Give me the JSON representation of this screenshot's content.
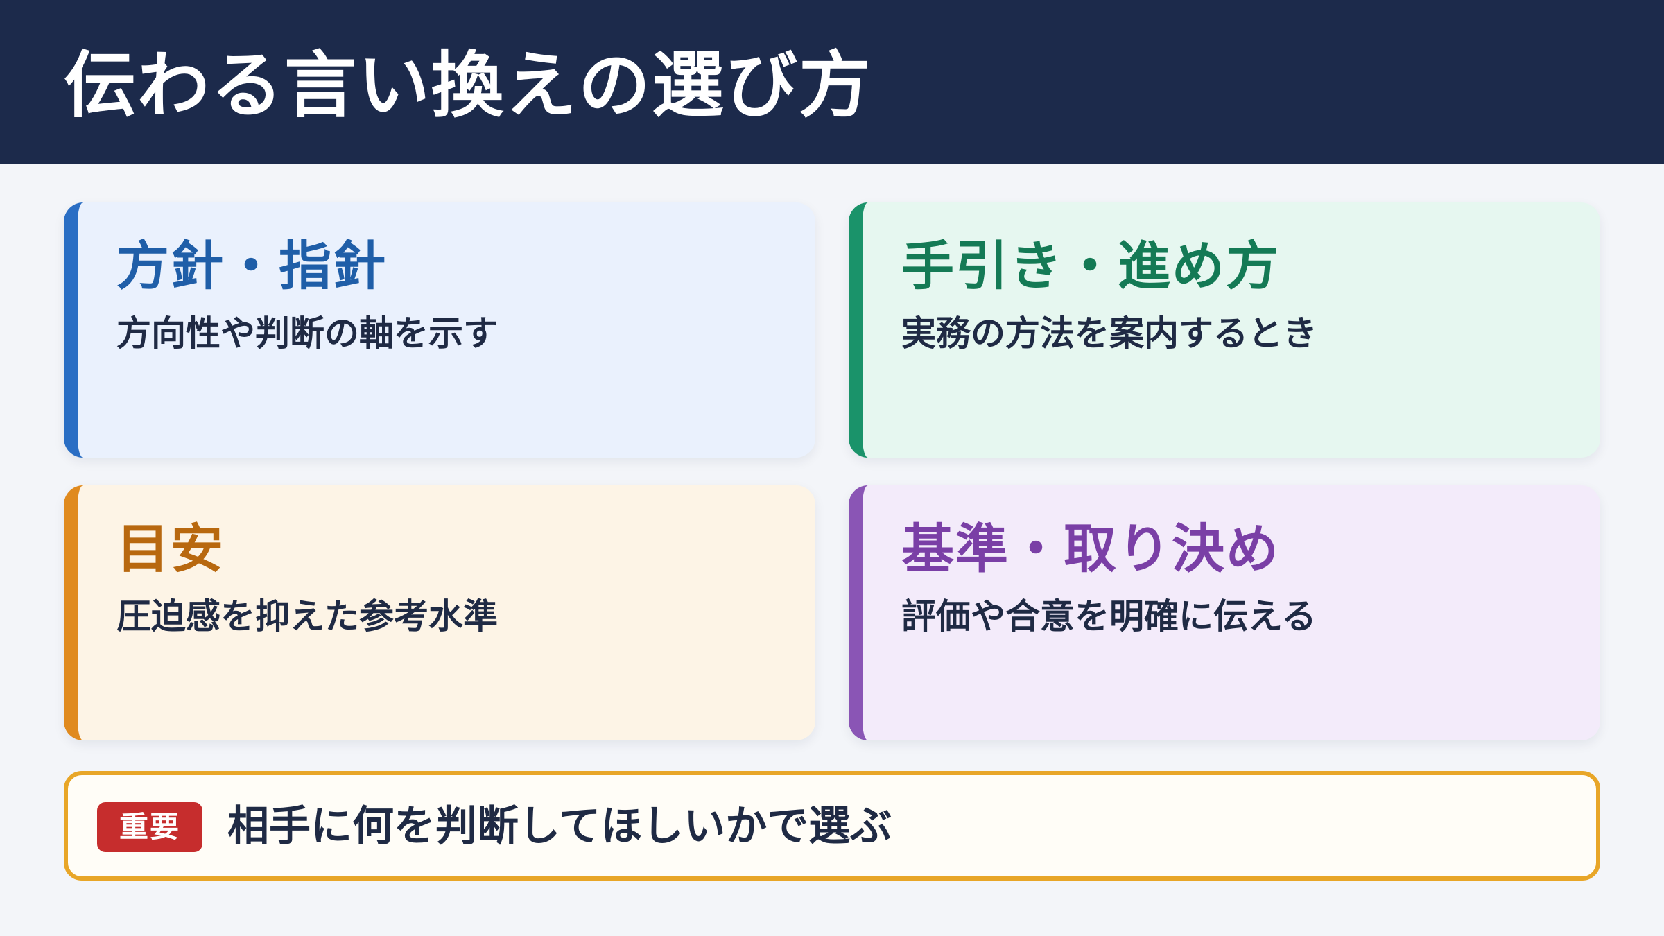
{
  "header": {
    "title": "伝わる言い換えの選び方"
  },
  "cards": [
    {
      "title": "方針・指針",
      "description": "方向性や判断の軸を示す",
      "accent": "#2a6ec4",
      "background": "#eaf1fd",
      "title_color": "#1f5ea8"
    },
    {
      "title": "手引き・進め方",
      "description": "実務の方法を案内するとき",
      "accent": "#1a936a",
      "background": "#e6f7f0",
      "title_color": "#147a55"
    },
    {
      "title": "目安",
      "description": "圧迫感を抑えた参考水準",
      "accent": "#e08a1e",
      "background": "#fdf4e6",
      "title_color": "#b8680f"
    },
    {
      "title": "基準・取り決め",
      "description": "評価や合意を明確に伝える",
      "accent": "#8a55b5",
      "background": "#f3ebfa",
      "title_color": "#7a3fa6"
    }
  ],
  "callout": {
    "badge": "重要",
    "text": "相手に何を判断してほしいかで選ぶ",
    "border_color": "#e8a628",
    "badge_color": "#c62d2d"
  }
}
